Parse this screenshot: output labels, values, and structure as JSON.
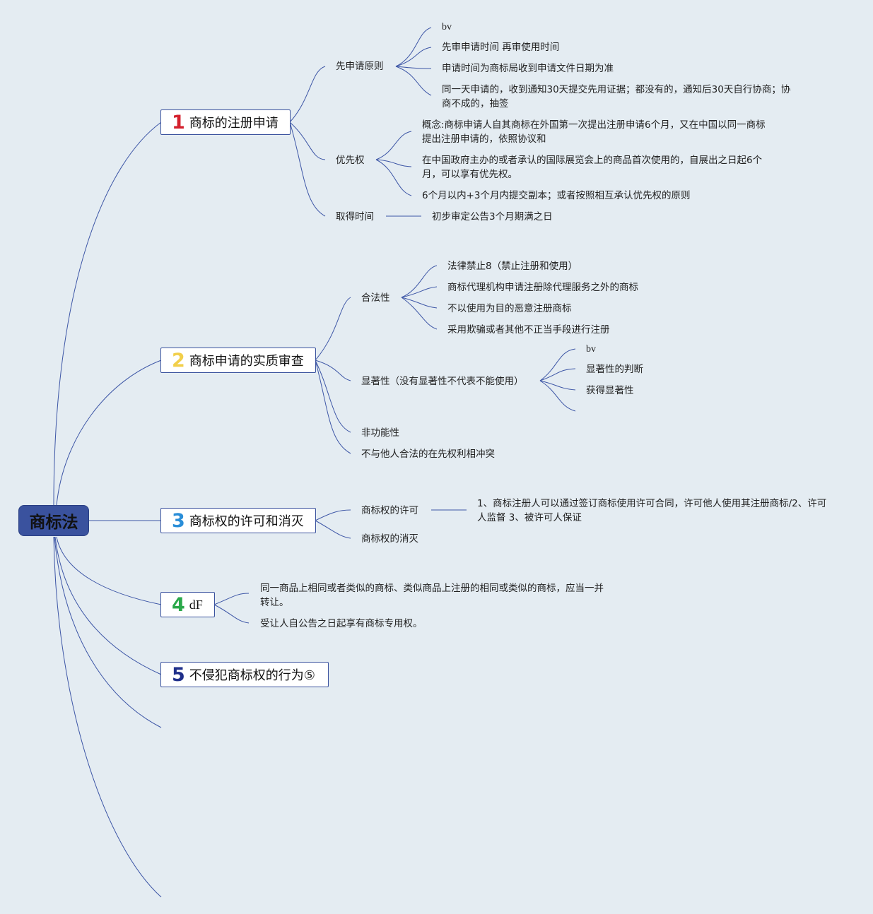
{
  "root": {
    "label": "商标法"
  },
  "colors": {
    "background": "#e4ecf2",
    "line": "#3d56a6",
    "root_fill": "#3a529e",
    "num1": "#d4202c",
    "num2": "#f2cf4a",
    "num3": "#2a8ed8",
    "num4": "#2aa84a",
    "num5": "#1f2f8a"
  },
  "branch1": {
    "num": "1",
    "label": "商标的注册申请",
    "sub1": {
      "label": "先申请原则",
      "items": [
        "bv",
        "先审申请时间 再审使用时间",
        "申请时间为商标局收到申请文件日期为准",
        "同一天申请的，收到通知30天提交先用证据；都没有的，通知后30天自行协商；协商不成的，抽签"
      ]
    },
    "sub2": {
      "label": "优先权",
      "items": [
        "概念:商标申请人自其商标在外国第一次提出注册申请6个月，又在中国以同一商标提出注册申请的，依照协议和",
        "在中国政府主办的或者承认的国际展览会上的商品首次使用的，自展出之日起6个月，可以享有优先权。",
        "6个月以内+3个月内提交副本；或者按照相互承认优先权的原则"
      ]
    },
    "sub3": {
      "label": "取得时间",
      "items": [
        "初步审定公告3个月期满之日"
      ]
    }
  },
  "branch2": {
    "num": "2",
    "label": "商标申请的实质审查",
    "sub1": {
      "label": "合法性",
      "items": [
        "法律禁止8（禁止注册和使用）",
        "商标代理机构申请注册除代理服务之外的商标",
        "不以使用为目的恶意注册商标",
        "采用欺骗或者其他不正当手段进行注册"
      ]
    },
    "sub2": {
      "label": "显著性（没有显著性不代表不能使用）",
      "items": [
        "bv",
        "显著性的判断",
        "获得显著性"
      ]
    },
    "sub3": {
      "label": "非功能性"
    },
    "sub4": {
      "label": "不与他人合法的在先权利相冲突"
    }
  },
  "branch3": {
    "num": "3",
    "label": "商标权的许可和消灭",
    "sub1": {
      "label": "商标权的许可",
      "items": [
        "1、商标注册人可以通过签订商标使用许可合同，许可他人使用其注册商标/2、许可人监督 3、被许可人保证"
      ]
    },
    "sub2": {
      "label": "商标权的消灭"
    }
  },
  "branch4": {
    "num": "4",
    "label": "dF",
    "items": [
      "同一商品上相同或者类似的商标、类似商品上注册的相同或类似的商标，应当一并转让。",
      "受让人自公告之日起享有商标专用权。"
    ]
  },
  "branch5": {
    "num": "5",
    "label": "不侵犯商标权的行为⑤"
  }
}
